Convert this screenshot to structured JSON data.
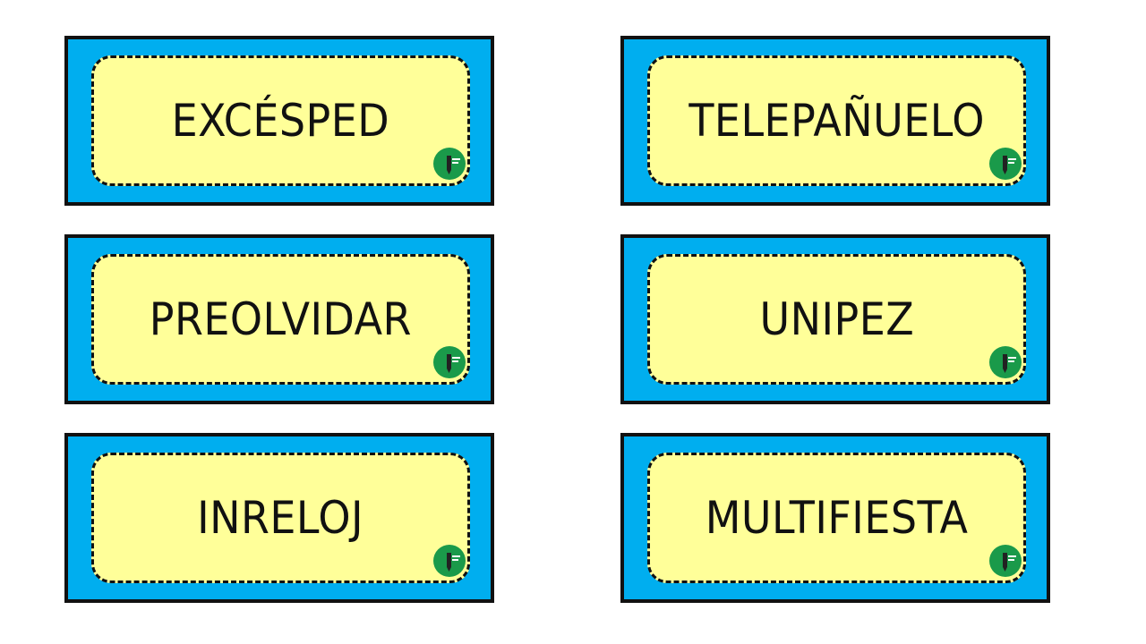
{
  "colors": {
    "card_border": "#111111",
    "card_fill": "#00aeef",
    "inner_fill": "#ffff99",
    "badge": "#1a9a4a"
  },
  "cards": [
    {
      "word": "EXCÉSPED"
    },
    {
      "word": "TELEPAÑUELO"
    },
    {
      "word": "PREOLVIDAR"
    },
    {
      "word": "UNIPEZ"
    },
    {
      "word": "INRELOJ"
    },
    {
      "word": "MULTIFIESTA"
    }
  ],
  "badge_icon": "pencil-logo-icon"
}
